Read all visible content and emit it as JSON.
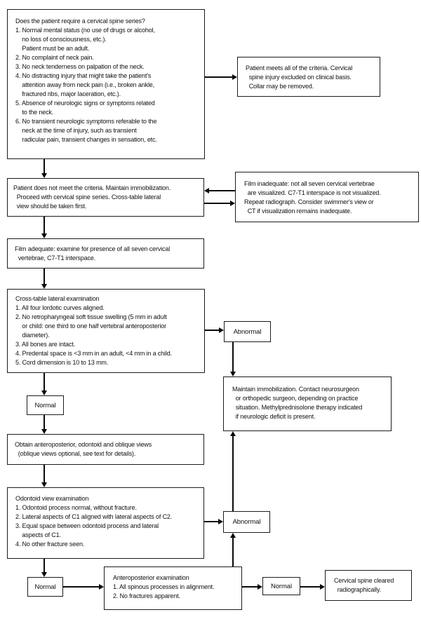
{
  "nodes": {
    "criteria_question": {
      "lines": [
        "Does the patient require a cervical spine series?",
        "1. Normal mental status (no use of drugs or alcohol,",
        "    no loss of consciousness, etc.).",
        "    Patient must be an adult.",
        "2. No complaint of neck pain.",
        "3. No neck tenderness on palpation of the neck.",
        "4. No distracting injury that might take the patient's",
        "    attention away from neck pain (i.e., broken ankle,",
        "    fractured ribs, major laceration, etc.).",
        "5. Absence of neurologic signs or symptoms related",
        "    to the neck.",
        "6. No transient neurologic symptoms referable to the",
        "    neck at the time of injury, such as transient",
        "    radicular pain, transient changes in sensation, etc."
      ]
    },
    "meets_criteria": {
      "lines": [
        "Patient meets all of the criteria. Cervical",
        "  spine injury excluded on clinical basis.",
        "  Collar may be removed."
      ]
    },
    "not_meet_criteria": {
      "lines": [
        "Patient does not meet the criteria. Maintain immobilization.",
        "  Proceed with cervical spine series. Cross-table lateral",
        "  view should be taken first."
      ]
    },
    "film_inadequate": {
      "lines": [
        "Film inadequate: not all seven cervical vertebrae",
        "  are visualized. C7-T1 interspace is not visualized.",
        "Repeat radiograph. Consider swimmer's view or",
        "  CT if visualization remains inadequate."
      ]
    },
    "film_adequate": {
      "lines": [
        "Film adequate: examine for presence of all seven cervical",
        "  vertebrae, C7-T1 interspace."
      ]
    },
    "cross_table_exam": {
      "lines": [
        "Cross-table lateral examination",
        "1. All four lordotic curves aligned.",
        "2. No retropharyngeal soft tissue swelling (5 mm in adult",
        "    or child: one third to one half vertebral anteroposterior",
        "    diameter).",
        "3. All bones are intact.",
        "4. Predental space is <3 mm in an adult, <4 mm in a child.",
        "5. Cord dimension is 10 to 13 mm."
      ]
    },
    "abnormal_1": {
      "label": "Abnormal"
    },
    "maintain_immobilization": {
      "lines": [
        "Maintain immobilization. Contact neurosurgeon",
        "  or orthopedic surgeon, depending on practice",
        "  situation. Methylprednisolone therapy indicated",
        "  if neurologic deficit is present."
      ]
    },
    "normal_1": {
      "label": "Normal"
    },
    "obtain_views": {
      "lines": [
        "Obtain anteroposterior, odontoid and oblique views",
        "  (oblique views optional, see text for details)."
      ]
    },
    "odontoid_exam": {
      "lines": [
        "Odontoid view examination",
        "1. Odontoid process normal, without fracture.",
        "2. Lateral aspects of C1 aligned with lateral aspects of C2.",
        "3. Equal space between odontoid process and lateral",
        "    aspects of C1.",
        "4. No other fracture seen."
      ]
    },
    "abnormal_2": {
      "label": "Abnormal"
    },
    "normal_2": {
      "label": "Normal"
    },
    "ap_exam": {
      "lines": [
        "Anteroposterior examination",
        "1. All spinous processes in alignment.",
        "2. No fractures apparent."
      ]
    },
    "normal_3": {
      "label": "Normal"
    },
    "cleared": {
      "lines": [
        "Cervical spine cleared",
        "  radiographically."
      ]
    }
  },
  "edges": [
    {
      "from": "criteria_question",
      "to": "meets_criteria"
    },
    {
      "from": "criteria_question",
      "to": "not_meet_criteria"
    },
    {
      "from": "film_inadequate",
      "to": "not_meet_criteria"
    },
    {
      "from": "not_meet_criteria",
      "to": "film_inadequate"
    },
    {
      "from": "not_meet_criteria",
      "to": "film_adequate"
    },
    {
      "from": "film_adequate",
      "to": "cross_table_exam"
    },
    {
      "from": "cross_table_exam",
      "to": "abnormal_1"
    },
    {
      "from": "abnormal_1",
      "to": "maintain_immobilization"
    },
    {
      "from": "cross_table_exam",
      "to": "normal_1"
    },
    {
      "from": "normal_1",
      "to": "obtain_views"
    },
    {
      "from": "obtain_views",
      "to": "odontoid_exam"
    },
    {
      "from": "odontoid_exam",
      "to": "abnormal_2"
    },
    {
      "from": "abnormal_2",
      "to": "maintain_immobilization"
    },
    {
      "from": "ap_exam",
      "to": "abnormal_2"
    },
    {
      "from": "odontoid_exam",
      "to": "normal_2"
    },
    {
      "from": "normal_2",
      "to": "ap_exam"
    },
    {
      "from": "ap_exam",
      "to": "normal_3"
    },
    {
      "from": "normal_3",
      "to": "cleared"
    }
  ],
  "colors": {
    "line": "#0a0a0a",
    "border": "#1c1c1c",
    "background": "#ffffff"
  }
}
